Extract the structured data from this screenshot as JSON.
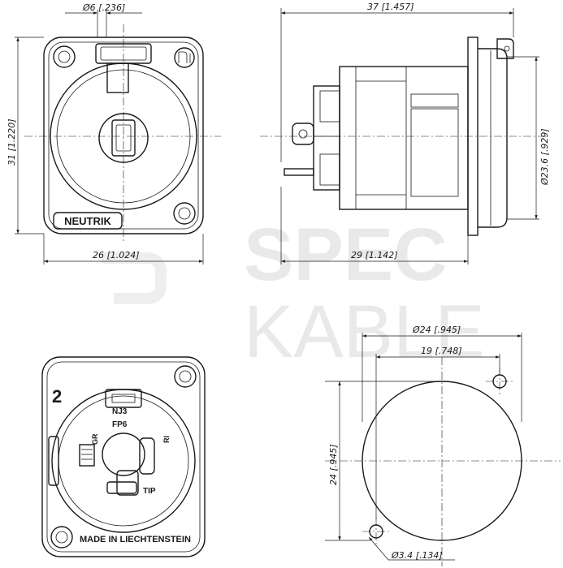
{
  "watermark": {
    "line1": "SPEC",
    "line2": "KABLE"
  },
  "dimensions": {
    "hole_dia": "Ø6 [.236]",
    "height": "31 [1.220]",
    "width": "26 [1.024]",
    "total_length": "37 [1.457]",
    "body_dia": "Ø23.6 [.929]",
    "body_length": "29 [1.142]",
    "cutout_dia": "Ø24 [.945]",
    "hole_spacing": "19 [.748]",
    "cutout_height": "24 [.945]",
    "mount_hole_dia": "Ø3.4 [.134]"
  },
  "markings": {
    "brand": "NEUTRIK",
    "pin_number": "2",
    "model_1": "NJ3",
    "model_2": "FP6",
    "label_gr": "GR",
    "label_ri": "RI",
    "label_tip": "TIP",
    "origin": "MADE IN LIECHTENSTEIN"
  }
}
